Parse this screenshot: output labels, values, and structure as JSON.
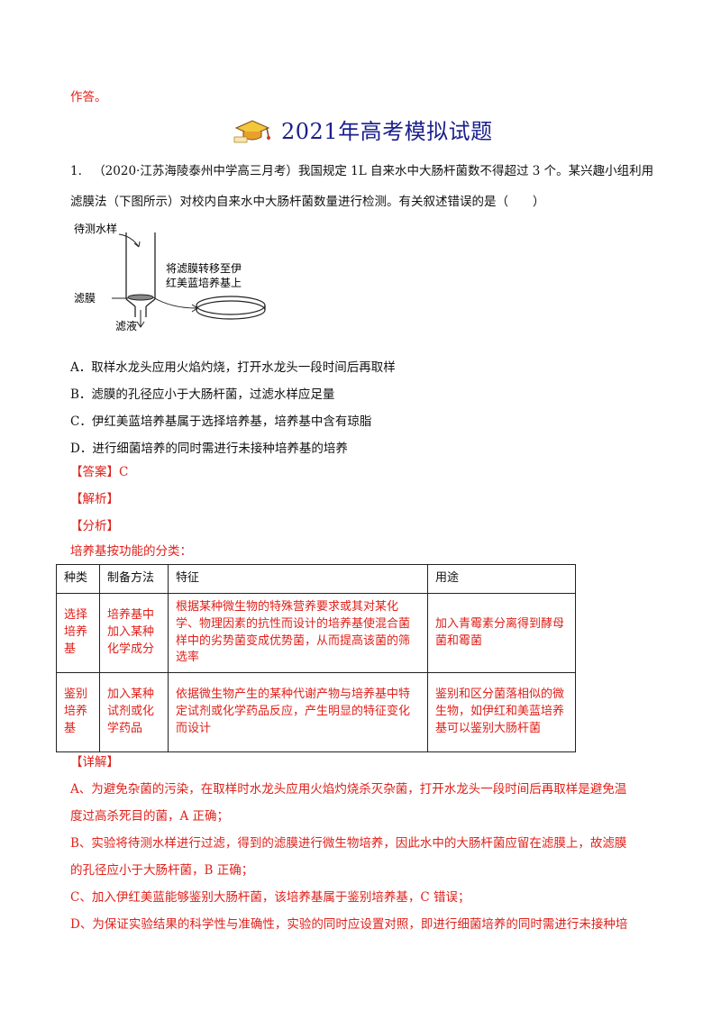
{
  "intro_tail": "作答。",
  "section_title": "2021年高考模拟试题",
  "question": {
    "number": "1.",
    "source": "（2020·江苏海陵泰州中学高三月考）",
    "stem_line1": "我国规定 1L 自来水中大肠杆菌数不得超过 3 个。某兴趣小组利用",
    "stem_line2": "滤膜法（下图所示）对校内自来水中大肠杆菌数量进行检测。有关叙述错误的是（　　）"
  },
  "diagram": {
    "label_sample": "待测水样",
    "label_transfer_1": "将滤膜转移至伊",
    "label_transfer_2": "红美蓝培养基上",
    "label_membrane": "滤膜",
    "label_filtrate": "滤液"
  },
  "options": [
    "A．取样水龙头应用火焰灼烧，打开水龙头一段时间后再取样",
    "B．滤膜的孔径应小于大肠杆菌，过滤水样应足量",
    "C．伊红美蓝培养基属于选择培养基，培养基中含有琼脂",
    "D．进行细菌培养的同时需进行未接种培养基的培养"
  ],
  "answer_label": "【答案】",
  "answer_value": "C",
  "analysis_label": "【解析】",
  "fenxi_label": "【分析】",
  "classification_intro": "培养基按功能的分类：",
  "table": {
    "headers": [
      "种类",
      "制备方法",
      "特征",
      "用途"
    ],
    "rows": [
      {
        "type": "选择培养基",
        "method": "培养基中加入某种化学成分",
        "feature": "根据某种微生物的特殊营养要求或其对某化学、物理因素的抗性而设计的培养基使混合菌样中的劣势菌变成优势菌，从而提高该菌的筛选率",
        "use": "加入青霉素分离得到酵母菌和霉菌"
      },
      {
        "type": "鉴别培养基",
        "method": "加入某种试剂或化学药品",
        "feature": "依据微生物产生的某种代谢产物与培养基中特定试剂或化学药品反应，产生明显的特征变化而设计",
        "use": "鉴别和区分菌落相似的微生物，如伊红和美蓝培养基可以鉴别大肠杆菌"
      }
    ]
  },
  "detail_label": "【详解】",
  "detail_lines": [
    "A、为避免杂菌的污染，在取样时水龙头应用火焰灼烧杀灭杂菌，打开水龙头一段时间后再取样是避免温",
    "度过高杀死目的菌，A 正确；",
    "B、实验将待测水样进行过滤，得到的滤膜进行微生物培养，因此水中的大肠杆菌应留在滤膜上，故滤膜",
    "的孔径应小于大肠杆菌，B 正确；",
    "C、加入伊红美蓝能够鉴别大肠杆菌，该培养基属于鉴别培养基，C 错误；",
    "D、为保证实验结果的科学性与准确性，实验的同时应设置对照，即进行细菌培养的同时需进行未接种培"
  ]
}
